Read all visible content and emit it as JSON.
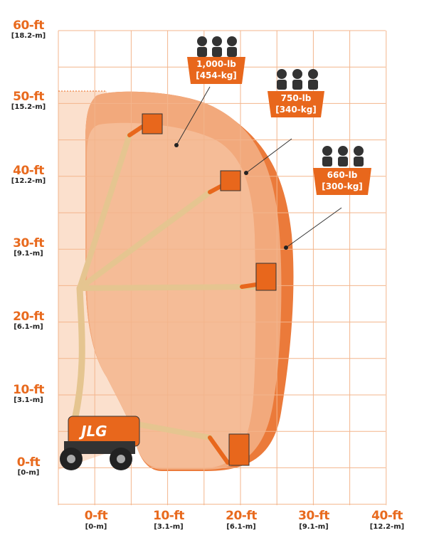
{
  "colors": {
    "grid": "#f3b58c",
    "orange": "#e8671c",
    "band_light": "#f8cdb0",
    "band_mid": "#f2a97c",
    "band_dark": "#eb7a3a",
    "machine_beige": "#e8c79a"
  },
  "y_axis": [
    {
      "ft": "0-ft",
      "m": "[0-m]"
    },
    {
      "ft": "10-ft",
      "m": "[3.1-m]"
    },
    {
      "ft": "20-ft",
      "m": "[6.1-m]"
    },
    {
      "ft": "30-ft",
      "m": "[9.1-m]"
    },
    {
      "ft": "40-ft",
      "m": "[12.2-m]"
    },
    {
      "ft": "50-ft",
      "m": "[15.2-m]"
    },
    {
      "ft": "60-ft",
      "m": "[18.2-m]"
    }
  ],
  "x_axis": [
    {
      "ft": "0-ft",
      "m": "[0-m]"
    },
    {
      "ft": "10-ft",
      "m": "[3.1-m]"
    },
    {
      "ft": "20-ft",
      "m": "[6.1-m]"
    },
    {
      "ft": "30-ft",
      "m": "[9.1-m]"
    },
    {
      "ft": "40-ft",
      "m": "[12.2-m]"
    }
  ],
  "capacities": [
    {
      "lb": "1,000-lb",
      "kg": "[454-kg]",
      "workers": 3,
      "icon": "worker-hardhat-icon"
    },
    {
      "lb": "750-lb",
      "kg": "[340-kg]",
      "workers": 3,
      "icon": "worker-hardhat-icon"
    },
    {
      "lb": "660-lb",
      "kg": "[300-kg]",
      "workers": 3,
      "icon": "worker-hardhat-icon"
    }
  ],
  "brand": "JLG"
}
